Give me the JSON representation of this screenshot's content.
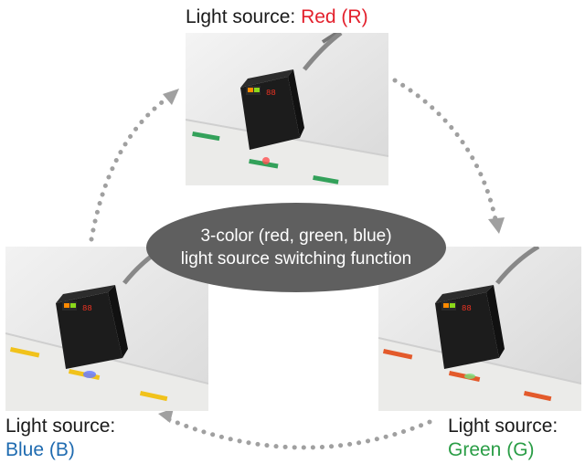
{
  "top_label": {
    "prefix": "Light source: ",
    "color_text": "Red (R)",
    "color": "#e3202c"
  },
  "left_label": {
    "prefix": "Light source:",
    "color_text": "Blue (B)",
    "color": "#1f6bb0"
  },
  "right_label": {
    "prefix": "Light source:",
    "color_text": "Green (G)",
    "color": "#2a9d46"
  },
  "center": {
    "line1": "3-color (red, green, blue)",
    "line2": "light source switching function"
  },
  "colors": {
    "arrow": "#a0a0a0",
    "ellipse": "#5f5f5f",
    "mark_red_panel": "#33a15a",
    "mark_blue_panel": "#f1c21b",
    "mark_green_panel": "#e35a2b"
  }
}
